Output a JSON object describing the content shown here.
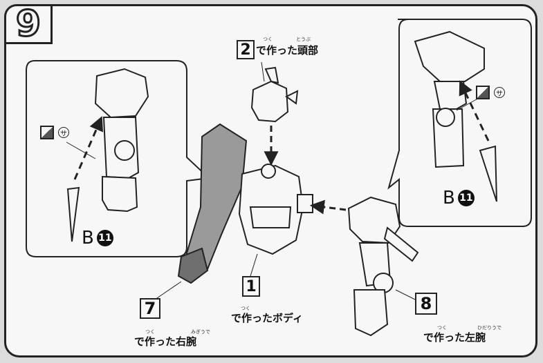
{
  "step": {
    "number": "9"
  },
  "parts": {
    "head": {
      "number": "2",
      "label": "で作った頭部",
      "ruby_tsuku": "つく",
      "ruby_tobu": "とうぶ"
    },
    "body": {
      "number": "1",
      "label": "で作ったボディ",
      "ruby_tsuku": "つく"
    },
    "right_arm": {
      "number": "7",
      "label": "で作った右腕",
      "ruby_tsuku": "つく",
      "ruby_migi": "みぎうで"
    },
    "left_arm": {
      "number": "8",
      "label": "で作った左腕",
      "ruby_tsuku": "つく",
      "ruby_hidari": "ひだりうで"
    }
  },
  "callout_left": {
    "part_letter": "B",
    "part_number": "11",
    "tool_symbol": "サ"
  },
  "callout_right": {
    "part_letter": "B",
    "part_number": "11",
    "tool_symbol": "サ"
  },
  "colors": {
    "line": "#222222",
    "fill": "#f7f7f7",
    "shade": "#9a9a9a"
  }
}
